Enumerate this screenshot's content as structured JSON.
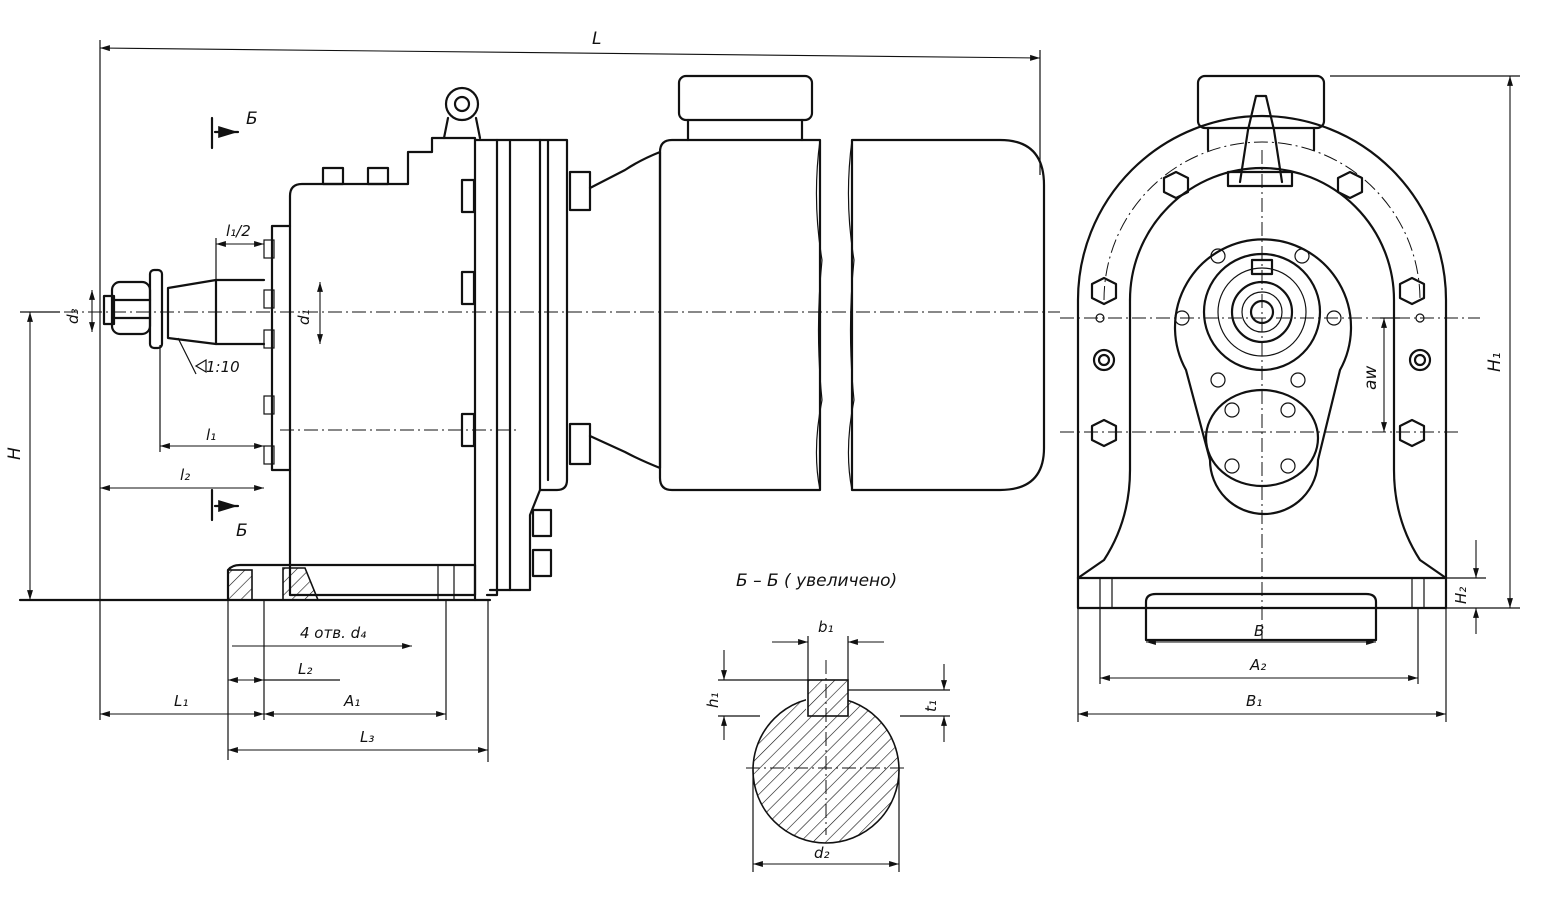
{
  "labels": {
    "L": "L",
    "section_mark_top": "Б",
    "section_mark_bottom": "Б",
    "l1_half": "l₁/2",
    "d3": "d₃",
    "d1": "d₁",
    "taper": "1:10",
    "l1": "l₁",
    "l2": "l₂",
    "H": "H",
    "holes": "4 отв. d₄",
    "L2": "L₂",
    "L1": "L₁",
    "A1": "A₁",
    "L3": "L₃",
    "section_title": "Б – Б ( увеличено)",
    "b1": "b₁",
    "h1": "h₁",
    "t1": "t₁",
    "d2": "d₂",
    "H1": "H₁",
    "aw": "aw",
    "H2": "H₂",
    "B": "B",
    "A2": "A₂",
    "B1": "B₁"
  }
}
